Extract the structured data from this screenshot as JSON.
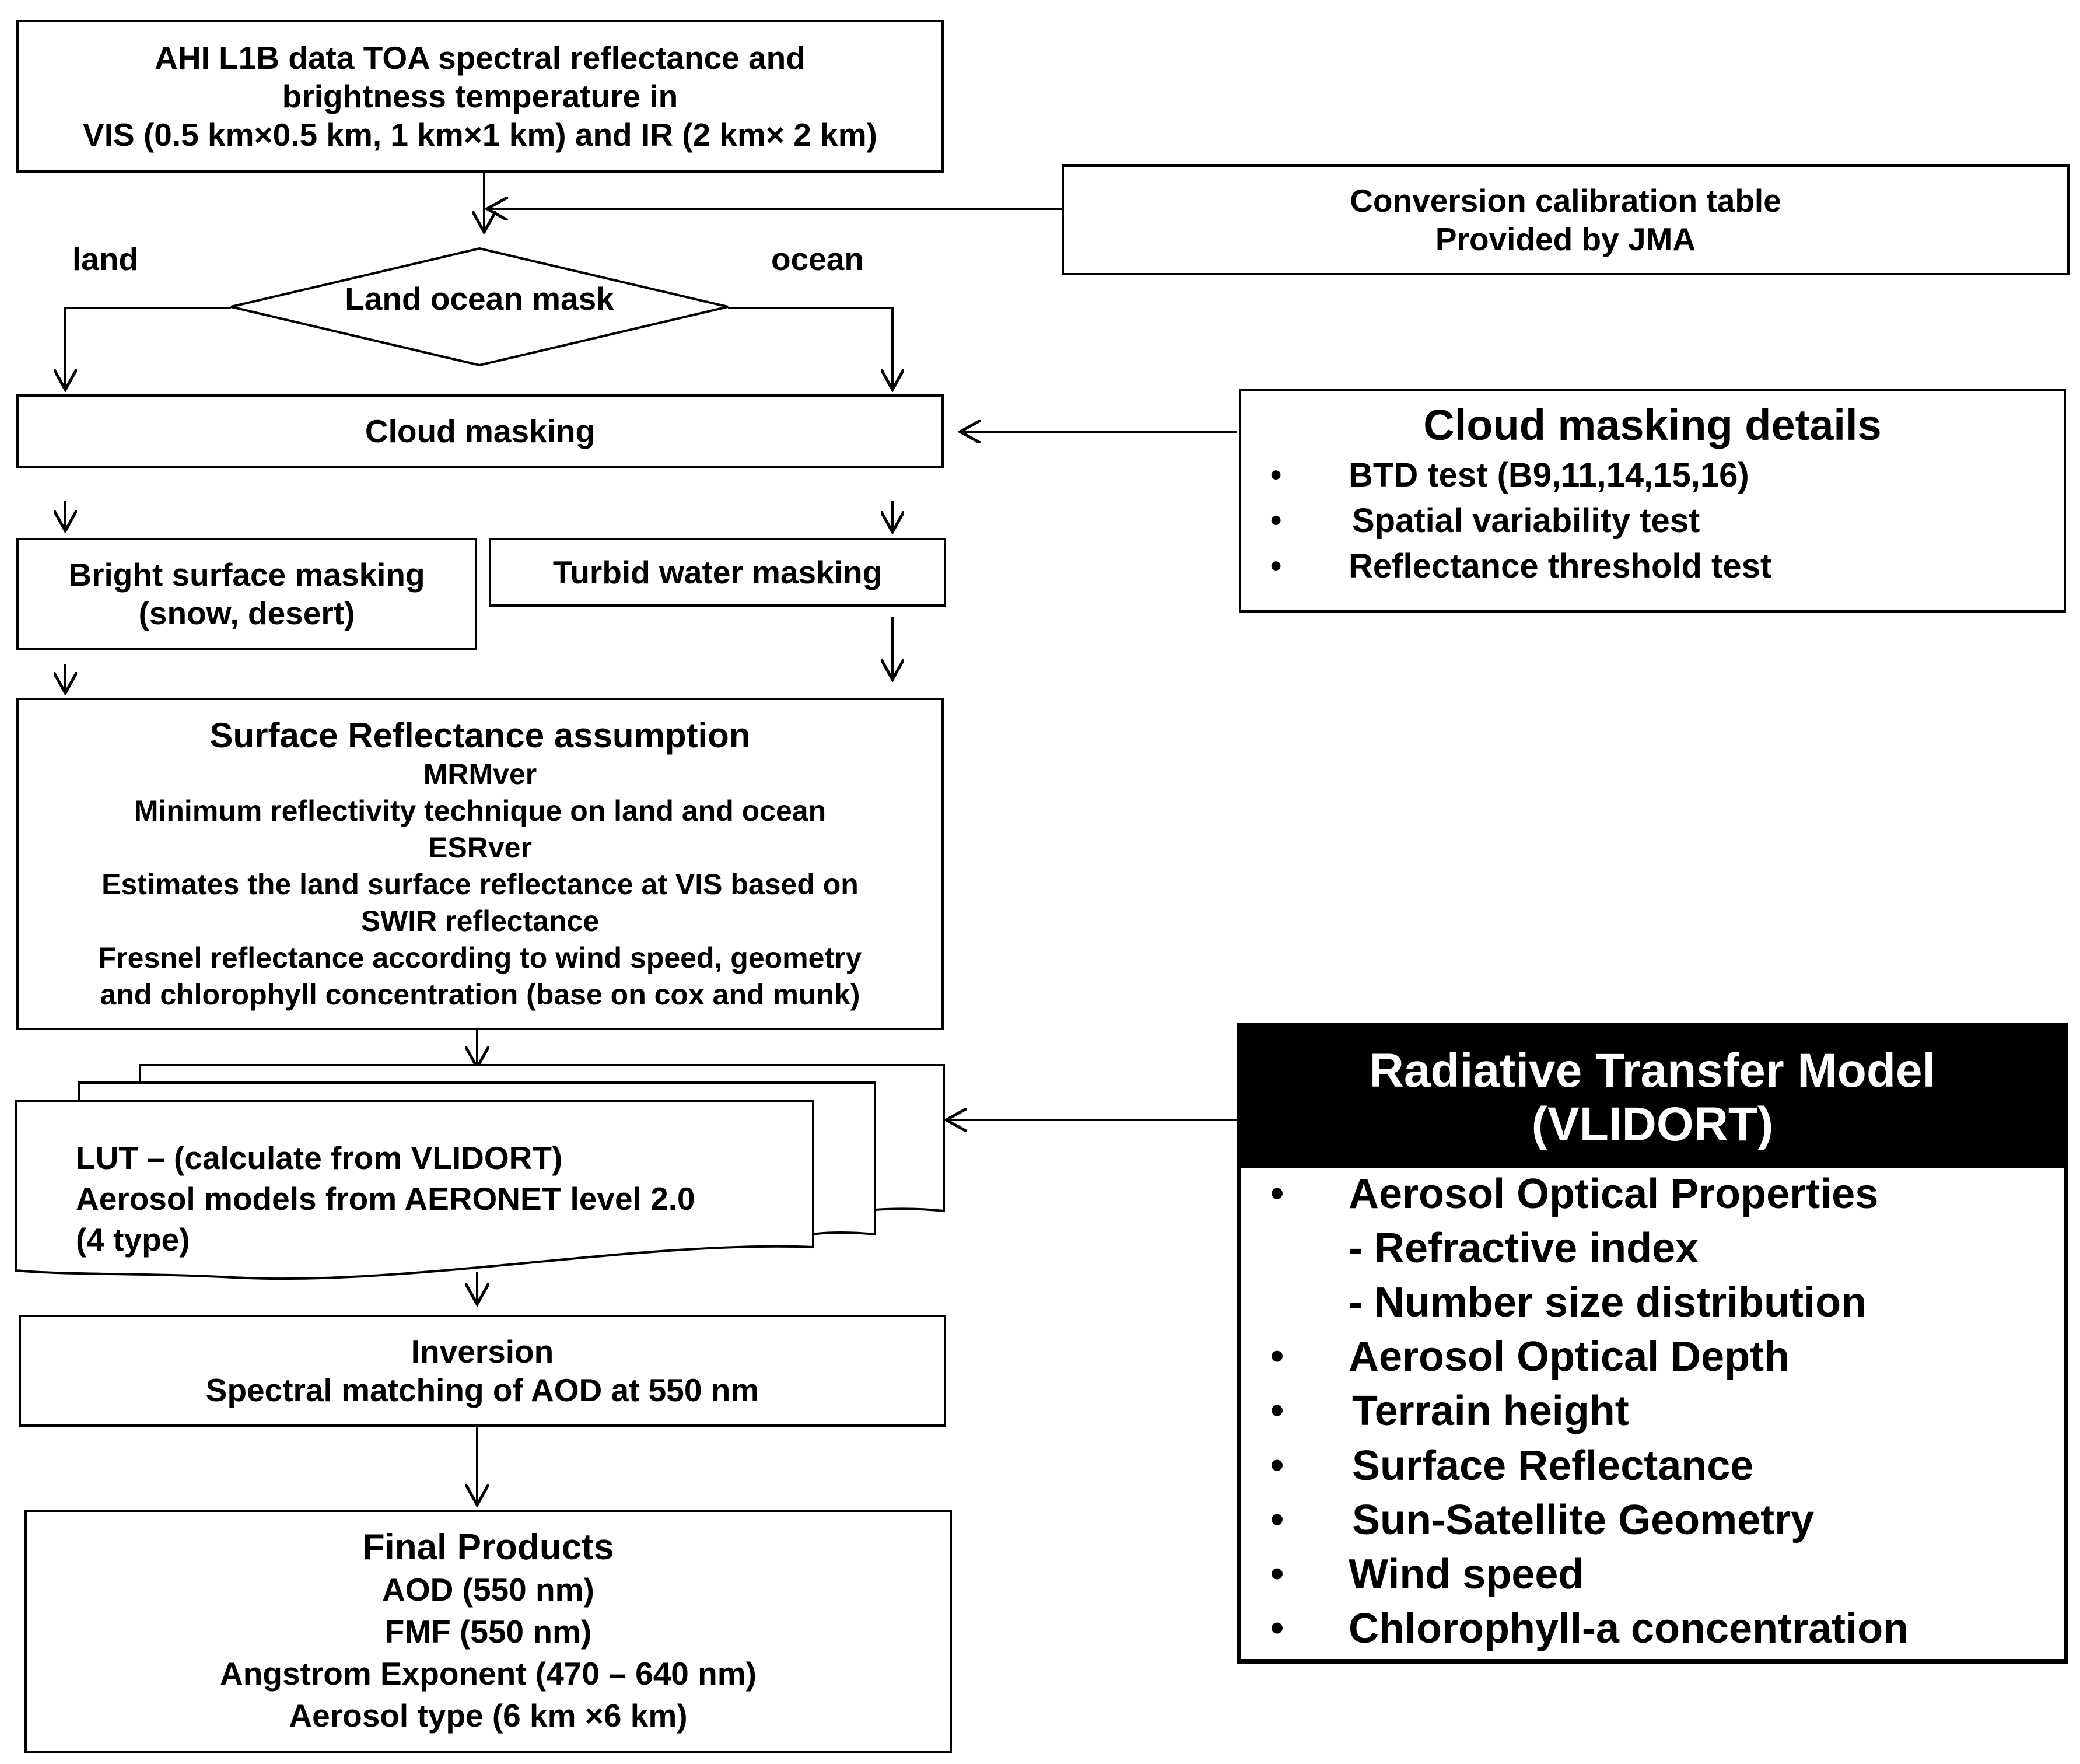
{
  "source_box": {
    "lines": [
      "AHI L1B data TOA spectral reflectance and",
      "brightness temperature in",
      "VIS (0.5 km×0.5 km, 1 km×1 km) and IR (2 km× 2 km)"
    ]
  },
  "calibration_box": {
    "lines": [
      "Conversion calibration table",
      "Provided by JMA"
    ]
  },
  "land_ocean_mask": {
    "label": "Land ocean mask",
    "left_branch": "land",
    "right_branch": "ocean"
  },
  "cloud_masking": {
    "label": "Cloud masking"
  },
  "cloud_masking_details": {
    "title": "Cloud masking details",
    "bullet": "•",
    "items": [
      "BTD test (B9,11,14,15,16)",
      "Spatial variability test",
      "Reflectance threshold test"
    ]
  },
  "bright_surface_masking": {
    "lines": [
      "Bright surface masking",
      "(snow, desert)"
    ]
  },
  "turbid_water_masking": {
    "label": "Turbid water masking"
  },
  "surface_reflectance": {
    "title": "Surface Reflectance assumption",
    "lines": [
      "MRMver",
      "Minimum reflectivity technique on land and ocean",
      "ESRver",
      "Estimates the land surface reflectance at VIS based on",
      "SWIR reflectance",
      "Fresnel reflectance according to wind speed, geometry",
      "and chlorophyll concentration (base on cox and munk)"
    ]
  },
  "lut": {
    "lines": [
      "LUT – (calculate from VLIDORT)",
      "Aerosol models from AERONET  level 2.0",
      "(4 type)"
    ]
  },
  "inversion": {
    "lines": [
      "Inversion",
      "Spectral matching of AOD at 550 nm"
    ]
  },
  "final_products": {
    "title": "Final Products",
    "lines": [
      "AOD (550 nm)",
      "FMF (550 nm)",
      "Angstrom Exponent (470 – 640 nm)",
      "Aerosol type (6 km ×6 km)"
    ]
  },
  "radiative_transfer_model": {
    "title_line1": "Radiative Transfer Model",
    "title_line2": "(VLIDORT)",
    "bullet": "•",
    "items": [
      "Aerosol Optical Properties",
      "- Refractive index",
      "- Number size distribution",
      "Aerosol Optical Depth",
      "Terrain height",
      "Surface Reflectance",
      "Sun-Satellite Geometry",
      "Wind speed",
      "Chlorophyll-a concentration"
    ]
  }
}
